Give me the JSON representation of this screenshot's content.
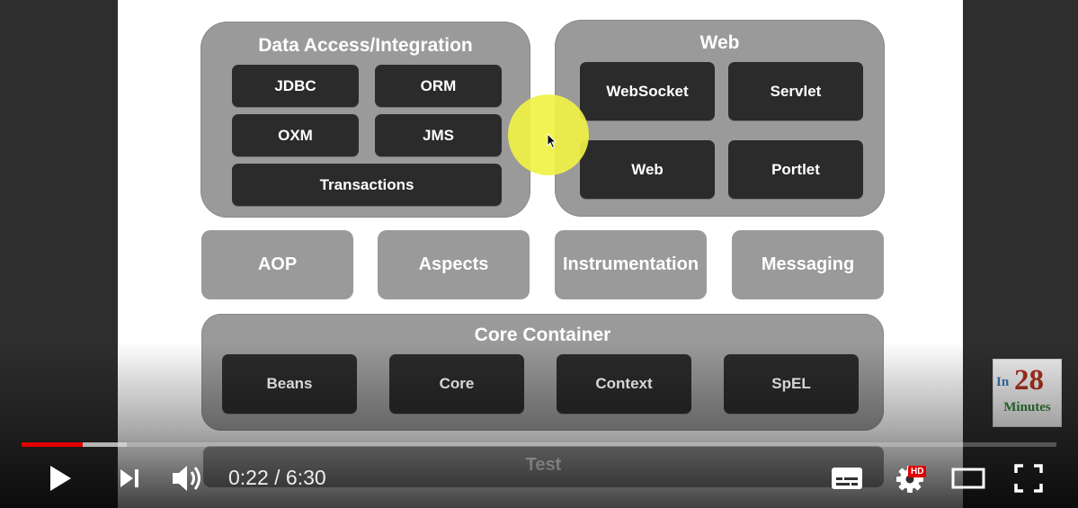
{
  "diagram": {
    "data_access": {
      "title": "Data Access/Integration",
      "items": [
        "JDBC",
        "ORM",
        "OXM",
        "JMS",
        "Transactions"
      ]
    },
    "web": {
      "title": "Web",
      "items": [
        "WebSocket",
        "Servlet",
        "Web",
        "Portlet"
      ]
    },
    "middle": [
      "AOP",
      "Aspects",
      "Instrumentation",
      "Messaging"
    ],
    "core": {
      "title": "Core Container",
      "items": [
        "Beans",
        "Core",
        "Context",
        "SpEL"
      ]
    },
    "test": "Test"
  },
  "channel_logo": {
    "prefix": "In",
    "number": "28",
    "suffix": "Minutes"
  },
  "player": {
    "time_display": "0:22 / 6:30",
    "played_fraction": 0.059,
    "buffered_fraction": 0.102,
    "quality_badge": "HD",
    "accent_color": "#e00000"
  }
}
